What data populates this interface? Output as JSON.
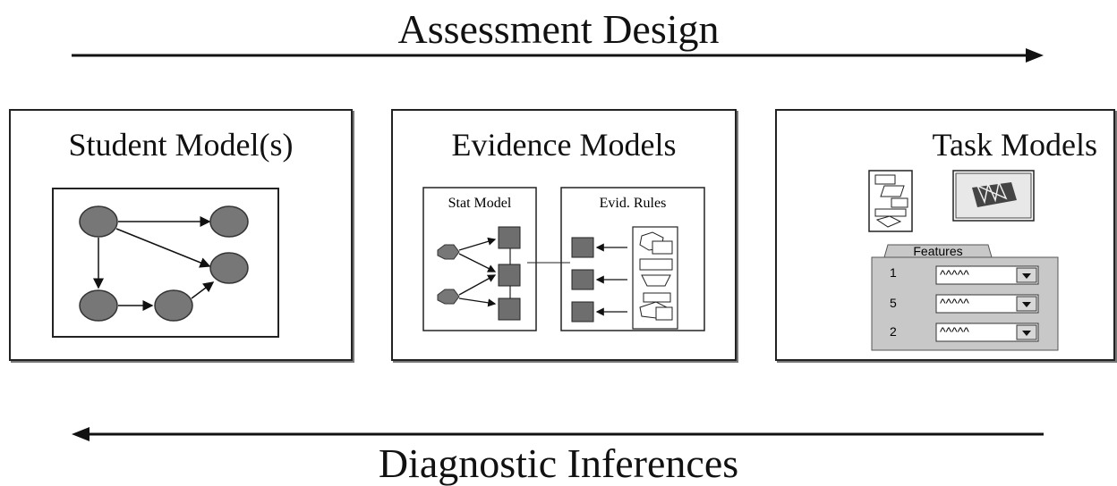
{
  "titles": {
    "top": "Assessment Design",
    "bottom": "Diagnostic Inferences"
  },
  "panels": {
    "student": {
      "title": "Student Model(s)"
    },
    "evidence": {
      "title": "Evidence Models",
      "stat_model_label": "Stat Model",
      "evid_rules_label": "Evid. Rules"
    },
    "task": {
      "title": "Task Models",
      "features_label": "Features",
      "feature_rows": [
        {
          "num": "1",
          "value": "^^^^^"
        },
        {
          "num": "5",
          "value": "^^^^^"
        },
        {
          "num": "2",
          "value": "^^^^^"
        }
      ]
    }
  },
  "colors": {
    "node_fill": "#777777",
    "square_fill": "#6e6e6e",
    "line": "#111111",
    "feature_panel": "#c8c8c8"
  },
  "icons": {
    "arrow_right": "arrow-right-icon",
    "arrow_left": "arrow-left-icon",
    "dropdown": "chevron-down-icon"
  }
}
